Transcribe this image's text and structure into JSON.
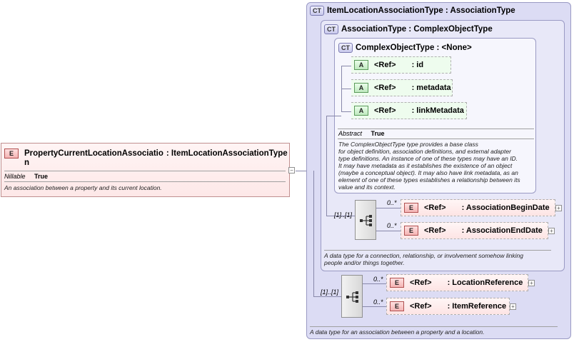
{
  "root": {
    "badge": "E",
    "name_line1": "PropertyCurrentLocationAssociatio",
    "name_line2": "n",
    "type": ": ItemLocationAssociationType",
    "property_label": "Nillable",
    "property_value": "True",
    "doc": "An association between a property and its current location."
  },
  "outer_type": {
    "badge": "CT",
    "title": "ItemLocationAssociationType : AssociationType",
    "doc": "A data type for an association between a property and a location."
  },
  "mid_type": {
    "badge": "CT",
    "title": "AssociationType : ComplexObjectType",
    "doc_line1": "A data type for a connection, relationship, or involvement somehow linking",
    "doc_line2": "people and/or things together."
  },
  "inner_type": {
    "badge": "CT",
    "title": "ComplexObjectType : <None>",
    "property_label": "Abstract",
    "property_value": "True",
    "doc_lines": [
      "The ComplexObjectType type provides a base class",
      "for object definition, association definitions, and external adapter",
      "type definitions. An instance of one of these types may have an ID.",
      "It may have metadata as it establishes the existence of an object",
      "(maybe a conceptual object). It may also have link metadata, as an",
      "element of one of these types establishes a relationship between its",
      "value and its context."
    ],
    "attributes": [
      {
        "badge": "A",
        "ref": "<Ref>",
        "name": ": id"
      },
      {
        "badge": "A",
        "ref": "<Ref>",
        "name": ": metadata"
      },
      {
        "badge": "A",
        "ref": "<Ref>",
        "name": ": linkMetadata"
      }
    ]
  },
  "assoc_sequence": {
    "multiplicity": "[1]..[1]",
    "elements": [
      {
        "badge": "E",
        "ref": "<Ref>",
        "name": ": AssociationBeginDate",
        "multiplicity": "0..*"
      },
      {
        "badge": "E",
        "ref": "<Ref>",
        "name": ": AssociationEndDate",
        "multiplicity": "0..*"
      }
    ]
  },
  "item_sequence": {
    "multiplicity": "[1]..[1]",
    "elements": [
      {
        "badge": "E",
        "ref": "<Ref>",
        "name": ": LocationReference",
        "multiplicity": "0..*"
      },
      {
        "badge": "E",
        "ref": "<Ref>",
        "name": ": ItemReference",
        "multiplicity": "0..*"
      }
    ]
  },
  "icons": {
    "collapse": "minus-box-icon",
    "expand": "plus-box-icon",
    "sequence": "sequence-icon"
  }
}
